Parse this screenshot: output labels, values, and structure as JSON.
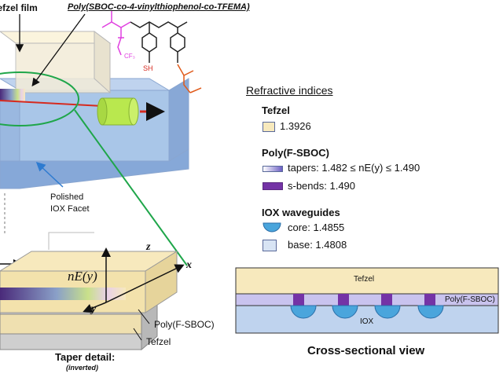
{
  "top": {
    "film_label": "Tefzel film",
    "polymer_name": "Poly(SBOC-co-4-vinylthiophenol-co-TFEMA)",
    "sub_cf3": "CF₃",
    "sub_sh": "SH"
  },
  "device": {
    "facet_label_1": "Polished",
    "facet_label_2": "IOX Facet"
  },
  "taper": {
    "ne_label": "nE(y)",
    "axis_z": "z",
    "axis_x": "x",
    "axis_y": "y",
    "poly_label": "Poly(F-SBOC)",
    "tefzel_label": "Tefzel",
    "title": "Taper detail:",
    "subtitle": "(inverted)"
  },
  "legend": {
    "title": "Refractive indices",
    "tefzel_heading": "Tefzel",
    "tefzel_value": "1.3926",
    "poly_heading": "Poly(F-SBOC)",
    "tapers_text": "tapers: 1.482 ≤ nE(y) ≤ 1.490",
    "sbends_text": "s-bends: 1.490",
    "iox_heading": "IOX waveguides",
    "core_text": "core: 1.4855",
    "base_text": "base: 1.4808"
  },
  "cross_section": {
    "tefzel_label": "Tefzel",
    "poly_label": "Poly(F-SBOC)",
    "iox_label": "IOX",
    "caption": "Cross-sectional view"
  },
  "colors": {
    "tefzel": "#f7e9bd",
    "iox_blue": "#a9c6e8",
    "poly_lavender": "#c9c3ee",
    "sbend_purple": "#7433a6",
    "core_blue": "#4aa5dc",
    "arrow_red": "#d62a1f",
    "fiber_green": "#b9e84e",
    "zoom_green": "#1fa64a",
    "monomer_magenta": "#e040e0"
  }
}
